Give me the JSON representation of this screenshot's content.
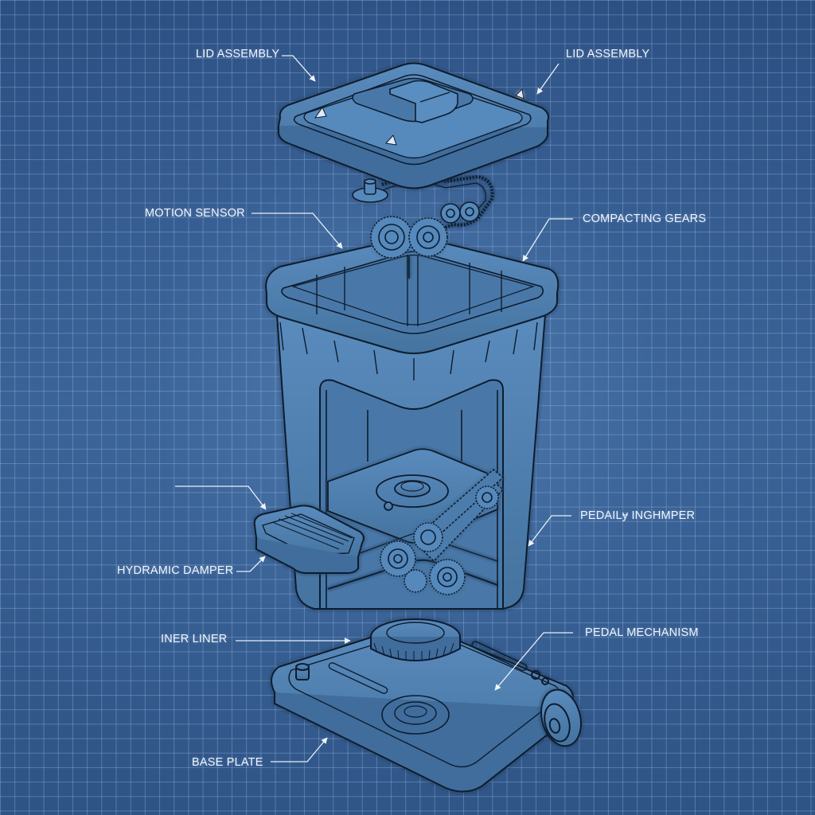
{
  "diagram": {
    "type": "exploded-view blueprint",
    "subject": "smart trash can assembly",
    "colors": {
      "background_dark": "#2c4f82",
      "background_light": "#4a75a5",
      "grid_line": "#8fb0d8",
      "part_fill": "#4f7fb2",
      "part_stroke": "#0f1c2e",
      "label_text": "#f2f6fb",
      "leader_line": "#e8f0fa"
    },
    "labels": [
      {
        "id": "lid-assembly-left",
        "text": "LID ASSEMBLY"
      },
      {
        "id": "lid-assembly-right",
        "text": "LID ASSEMBLY"
      },
      {
        "id": "motion-sensor",
        "text": "MOTION SENSOR"
      },
      {
        "id": "compacting-gears",
        "text": "COMPACTING GEARS"
      },
      {
        "id": "pedal-damper",
        "text": "PEDAILɏ INGHMPER"
      },
      {
        "id": "unlabeled-pedal",
        "text": ""
      },
      {
        "id": "hydramic-damper",
        "text": "HYDRAMIC DAMPER"
      },
      {
        "id": "iner-liner",
        "text": "INER LINER"
      },
      {
        "id": "pedal-mechanism",
        "text": "PEDAL MECHANISM"
      },
      {
        "id": "base-plate",
        "text": "BASE PLATE"
      }
    ],
    "components": [
      "lid",
      "lid-handle",
      "motion-sensor-pulley",
      "compacting-gear-train",
      "chain-drive",
      "bin-body",
      "inner-frame",
      "foot-pedal",
      "lower-gear-set",
      "base-gear-ring",
      "base-plate",
      "wheel"
    ]
  }
}
